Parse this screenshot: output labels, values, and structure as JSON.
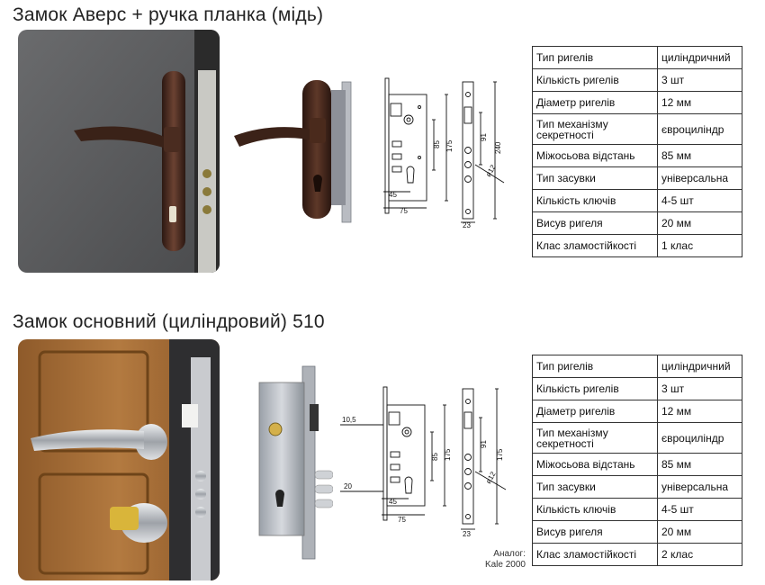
{
  "section1": {
    "title": "Замок Аверс + ручка планка (мідь)",
    "specs": [
      {
        "key": "Тип ригелів",
        "value": "циліндричний"
      },
      {
        "key": "Кількість ригелів",
        "value": "3 шт"
      },
      {
        "key": "Діаметр ригелів",
        "value": "12 мм"
      },
      {
        "key": "Тип механізму секретності",
        "value": "євроциліндр"
      },
      {
        "key": "Міжосьова відстань",
        "value": "85 мм"
      },
      {
        "key": "Тип засувки",
        "value": "універсальна"
      },
      {
        "key": "Кількість ключів",
        "value": "4-5 шт"
      },
      {
        "key": "Висув ригеля",
        "value": "20 мм"
      },
      {
        "key": "Клас зламостійкості",
        "value": "1 клас"
      }
    ],
    "dims": {
      "d1": "85",
      "d2": "175",
      "d3": "91",
      "d4": "240",
      "d5": "45",
      "d6": "75",
      "d7": "23",
      "d8": "ø12"
    }
  },
  "section2": {
    "title": "Замок основний (циліндровий) 510",
    "specs": [
      {
        "key": "Тип ригелів",
        "value": "циліндричний"
      },
      {
        "key": "Кількість ригелів",
        "value": "3 шт"
      },
      {
        "key": "Діаметр ригелів",
        "value": "12 мм"
      },
      {
        "key": "Тип механізму секретності",
        "value": "євроциліндр"
      },
      {
        "key": "Міжосьова відстань",
        "value": "85 мм"
      },
      {
        "key": "Тип засувки",
        "value": "універсальна"
      },
      {
        "key": "Кількість ключів",
        "value": "4-5 шт"
      },
      {
        "key": "Висув ригеля",
        "value": "20 мм"
      },
      {
        "key": "Клас зламостійкості",
        "value": "2 клас"
      }
    ],
    "dims": {
      "d0": "10,5",
      "d1": "85",
      "d2": "175",
      "d3": "91",
      "d4": "175",
      "d5": "45",
      "d6": "75",
      "d7": "23",
      "d8": "ø12",
      "d9": "20"
    },
    "analog_line1": "Аналог:",
    "analog_line2": "Kale 2000"
  },
  "colors": {
    "copper": "#4a2a1c",
    "door_gray": "#5b5c5e",
    "wood": "#a8713a",
    "chrome": "#c7c9cc",
    "brass": "#d9b53a"
  }
}
